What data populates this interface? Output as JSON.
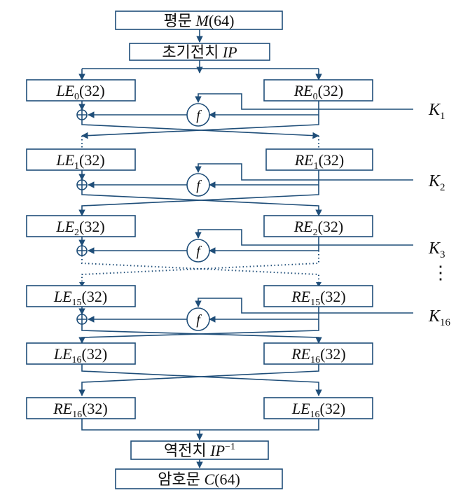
{
  "top": {
    "plaintext_kr": "평문",
    "plaintext_sym": "M",
    "plaintext_bits": "(64)",
    "ip_kr": "초기전치",
    "ip_sym": "IP"
  },
  "rounds": [
    {
      "le": "LE",
      "re": "RE",
      "idx": "0",
      "bits": "(32)",
      "key": "K",
      "key_idx": "1"
    },
    {
      "le": "LE",
      "re": "RE",
      "idx": "1",
      "bits": "(32)",
      "key": "K",
      "key_idx": "2"
    },
    {
      "le": "LE",
      "re": "RE",
      "idx": "2",
      "bits": "(32)",
      "key": "K",
      "key_idx": "3"
    },
    {
      "le": "LE",
      "re": "RE",
      "idx": "15",
      "bits": "(32)",
      "key": "K",
      "key_idx": "16"
    }
  ],
  "final_row": {
    "le": "LE",
    "re": "RE",
    "idx": "16",
    "bits": "(32)"
  },
  "swap_row": {
    "left": "RE",
    "right": "LE",
    "idx": "16",
    "bits": "(32)"
  },
  "f_label": "f",
  "xor_symbol": "⊕",
  "vdots": "⋮",
  "bottom": {
    "inverse_kr": "역전치",
    "inverse_sym": "IP",
    "inverse_sup": "−1",
    "cipher_kr": "암호문",
    "cipher_sym": "C",
    "cipher_bits": "(64)"
  },
  "colors": {
    "line": "#1f4e79",
    "text": "#111111"
  }
}
